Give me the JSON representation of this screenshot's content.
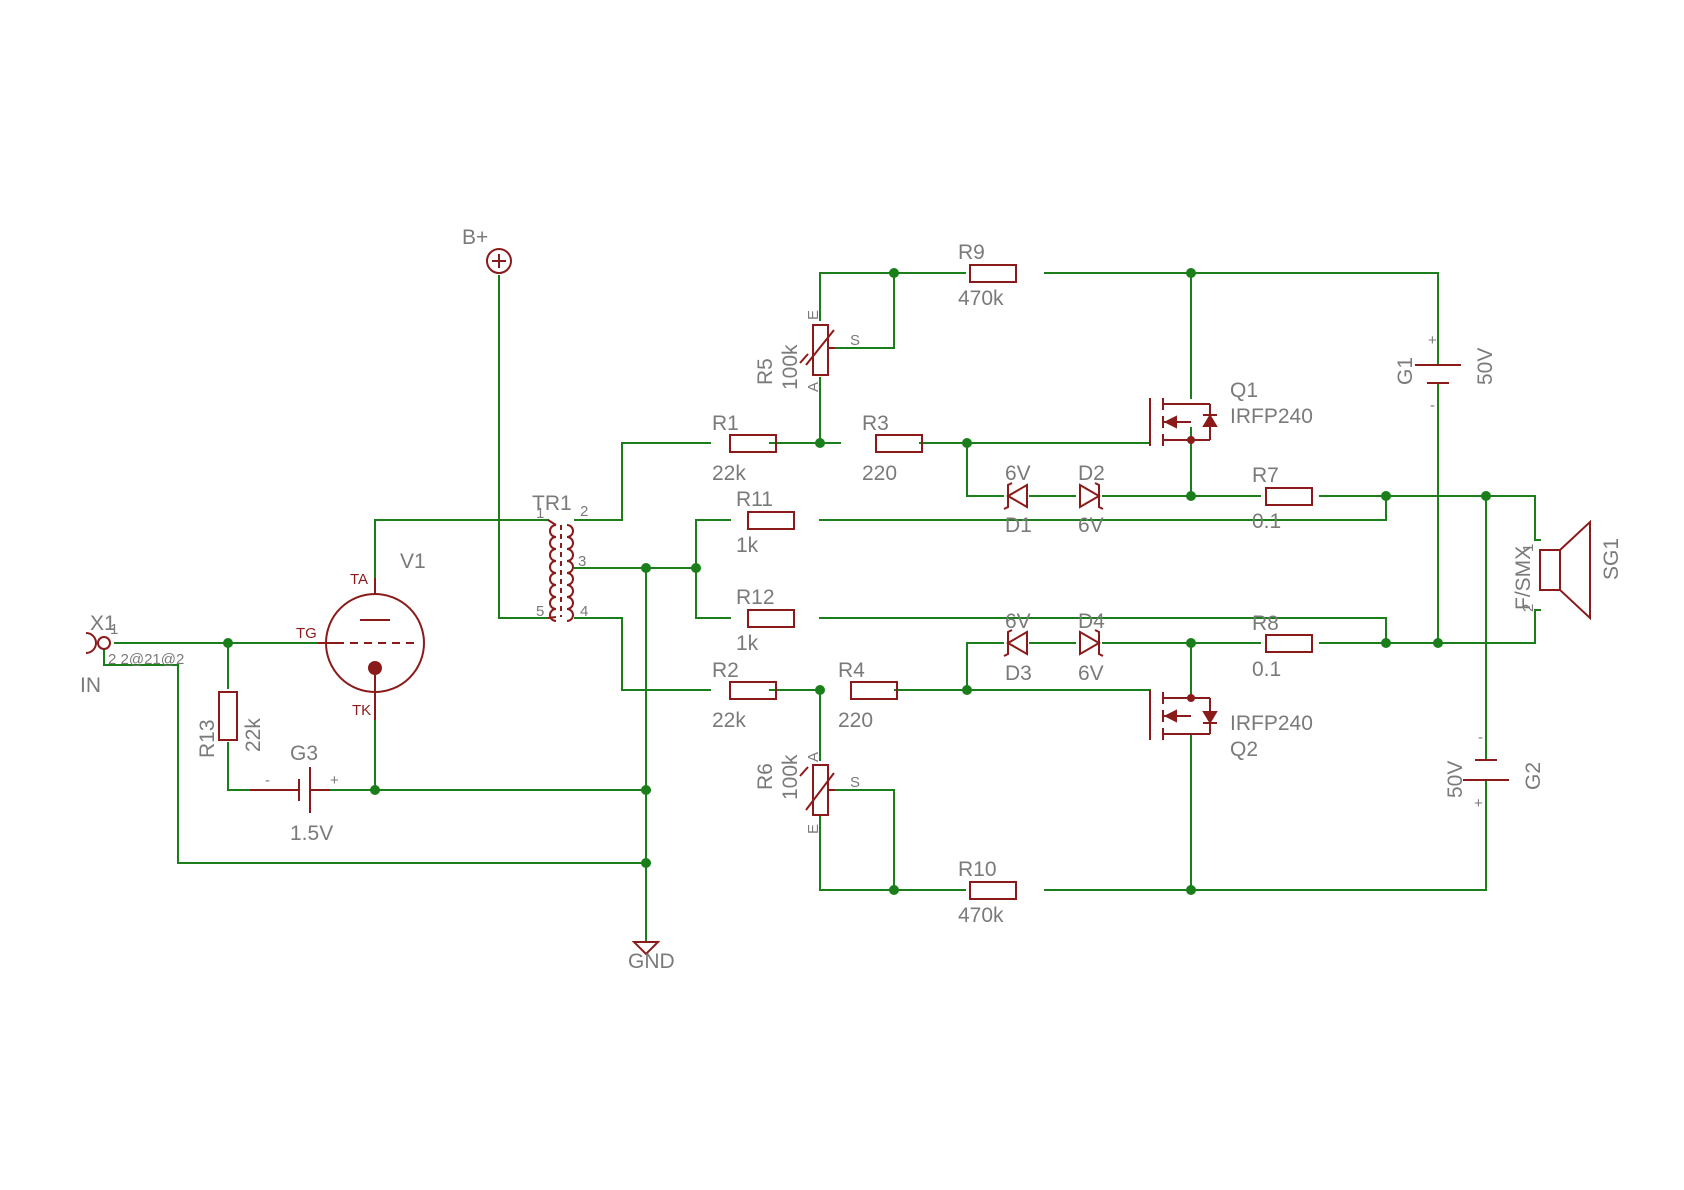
{
  "colors": {
    "wire": "#1a7f1a",
    "part": "#8b1a1a",
    "label": "#7a7a7a"
  },
  "labels": {
    "bplus": "B+",
    "gnd": "GND",
    "x1": "X1",
    "x1_pin1": "1",
    "x1_pins": "2  2@21@2",
    "in": "IN",
    "r13": "R13",
    "r13_val": "22k",
    "g3": "G3",
    "g3_val": "1.5V",
    "g3_minus": "-",
    "g3_plus": "+",
    "v1": "V1",
    "ta": "TA",
    "tg": "TG",
    "tk": "TK",
    "tr1": "TR1",
    "tr1_p1": "1",
    "tr1_p2": "2",
    "tr1_p3": "3",
    "tr1_p4": "4",
    "tr1_p5": "5",
    "r1": "R1",
    "r1_val": "22k",
    "r2": "R2",
    "r2_val": "22k",
    "r3": "R3",
    "r3_val": "220",
    "r4": "R4",
    "r4_val": "220",
    "r5": "R5",
    "r5_val": "100k",
    "r5_a": "A",
    "r5_e": "E",
    "r5_s": "S",
    "r6": "R6",
    "r6_val": "100k",
    "r6_a": "A",
    "r6_e": "E",
    "r6_s": "S",
    "r7": "R7",
    "r7_val": "0.1",
    "r8": "R8",
    "r8_val": "0.1",
    "r9": "R9",
    "r9_val": "470k",
    "r10": "R10",
    "r10_val": "470k",
    "r11": "R11",
    "r11_val": "1k",
    "r12": "R12",
    "r12_val": "1k",
    "d1": "D1",
    "d1_val": "6V",
    "d2": "D2",
    "d2_val": "6V",
    "d3": "D3",
    "d3_val": "6V",
    "d4": "D4",
    "d4_val": "6V",
    "q1": "Q1",
    "q1_val": "IRFP240",
    "q2": "Q2",
    "q2_val": "IRFP240",
    "g1": "G1",
    "g1_val": "50V",
    "g1_plus": "+",
    "g1_minus": "-",
    "g2": "G2",
    "g2_val": "50V",
    "g2_plus": "+",
    "g2_minus": "-",
    "sg1": "SG1",
    "sg1_type": "F/SMX",
    "sg1_p1": "1",
    "sg1_p2": "2"
  }
}
